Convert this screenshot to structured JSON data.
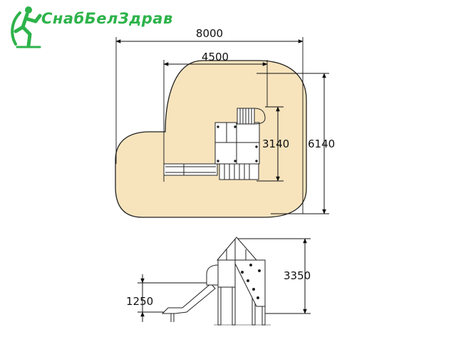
{
  "brand": {
    "name": "СнабБелЗдрав",
    "logo_icon": "running-figure-logo",
    "color": "#2db34a"
  },
  "plan_view": {
    "zone_color": "#f7e4bd",
    "dimensions": {
      "total_width": "8000",
      "inner_width": "4500",
      "tower_depth": "3140",
      "total_depth": "6140"
    }
  },
  "side_view": {
    "dimensions": {
      "total_height": "3350",
      "platform_height": "1250"
    }
  }
}
